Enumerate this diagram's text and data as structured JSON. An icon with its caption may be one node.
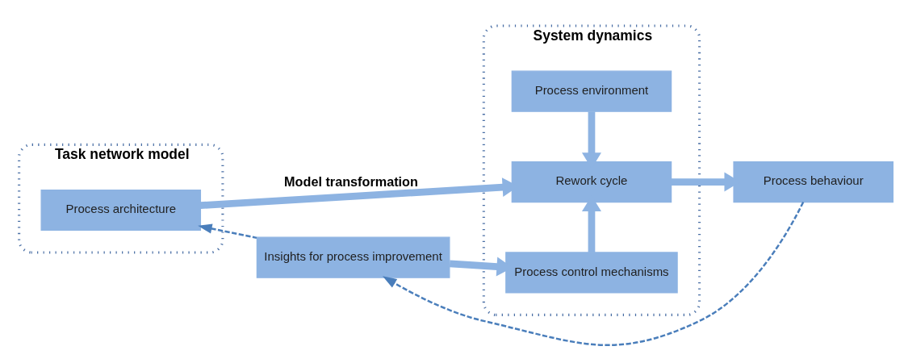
{
  "diagram": {
    "nodes": [
      {
        "text": [
          "Task network model"
        ]
      },
      {
        "text": [
          "Process architecture"
        ],
        "in": 0
      },
      {
        "text": [
          "System dynamics"
        ]
      },
      {
        "text": [
          "Process environment"
        ],
        "in": 2
      },
      {
        "text": [
          "Rework cycle"
        ],
        "in": 2
      },
      {
        "text": [
          "Process control mechanisms"
        ],
        "in": 2
      },
      {
        "text": [
          "Process behaviour"
        ]
      },
      {
        "text": [
          "Insights for process improvement"
        ]
      }
    ],
    "edges": [
      {
        "from": 1,
        "to": 4,
        "arrow": "to",
        "label": "Model transformation"
      },
      {
        "from": 3,
        "to": 4,
        "arrow": "to"
      },
      {
        "from": 5,
        "to": 4,
        "arrow": "to"
      },
      {
        "from": 4,
        "to": 6,
        "arrow": "to"
      },
      {
        "from": 7,
        "to": 5,
        "arrow": "to"
      },
      {
        "from": 6,
        "to": 7,
        "arrow": "to",
        "style": "dashed",
        "color": "#4a7ebb"
      },
      {
        "from": 7,
        "to": 1,
        "arrow": "to",
        "style": "dashed",
        "color": "#4a7ebb"
      }
    ]
  }
}
